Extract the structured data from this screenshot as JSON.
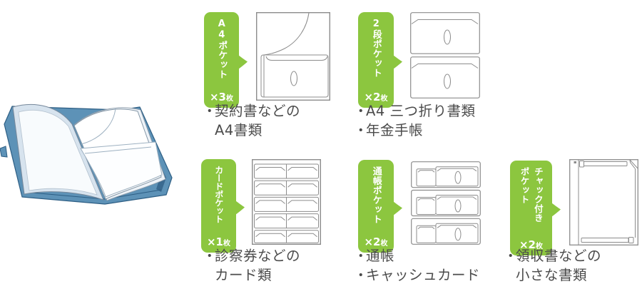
{
  "colors": {
    "accent_green": "#8CC63F",
    "text": "#4B4B4B",
    "diagram_line": "#8C8C8C",
    "binder_blue": "#5D92B7",
    "binder_blue_dark": "#3A6A90"
  },
  "binder": {
    "illustration": "open-document-file-with-clear-pockets"
  },
  "sections": [
    {
      "id": "a4-pocket",
      "illustration": "a4-pocket-diagram",
      "label_cols": [
        "A4ポケット"
      ],
      "count": "×3",
      "count_unit": "枚",
      "notes": [
        {
          "bullet": "・",
          "text": "契約書などの"
        },
        {
          "bullet": "",
          "text": "A4書類"
        }
      ]
    },
    {
      "id": "two-tier-pocket",
      "illustration": "two-tier-pocket-diagram",
      "label_cols": [
        "2段ポケット"
      ],
      "count": "×2",
      "count_unit": "枚",
      "notes": [
        {
          "bullet": "・",
          "text": "A4 三つ折り書類"
        },
        {
          "bullet": "・",
          "text": "年金手帳"
        }
      ]
    },
    {
      "id": "card-pocket",
      "illustration": "card-pocket-grid-diagram",
      "label_cols": [
        "カードポケット"
      ],
      "count": "×1",
      "count_unit": "枚",
      "notes": [
        {
          "bullet": "・",
          "text": "診察券などの"
        },
        {
          "bullet": "",
          "text": "カード類"
        }
      ]
    },
    {
      "id": "bankbook-pocket",
      "illustration": "bankbook-pocket-diagram",
      "label_cols": [
        "通帳ポケット"
      ],
      "count": "×2",
      "count_unit": "枚",
      "notes": [
        {
          "bullet": "・",
          "text": "通帳"
        },
        {
          "bullet": "・",
          "text": "キャッシュカード"
        }
      ]
    },
    {
      "id": "zipper-pocket",
      "illustration": "zippered-pocket-diagram",
      "label_cols": [
        "チャック付き",
        "ポケット"
      ],
      "count": "×2",
      "count_unit": "枚",
      "notes": [
        {
          "bullet": "・",
          "text": "領収書などの"
        },
        {
          "bullet": "",
          "text": "小さな書類"
        }
      ]
    }
  ]
}
